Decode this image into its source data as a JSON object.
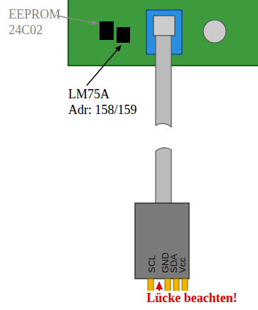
{
  "diagram": {
    "nodes": [
      {
        "text": [
          "SCL",
          "GND",
          "SDA",
          "Vcc"
        ]
      }
    ],
    "labels": [
      "EEPROM",
      "24C02",
      "LM75A",
      "Adr: 158/159",
      "Lücke beachten!"
    ]
  }
}
